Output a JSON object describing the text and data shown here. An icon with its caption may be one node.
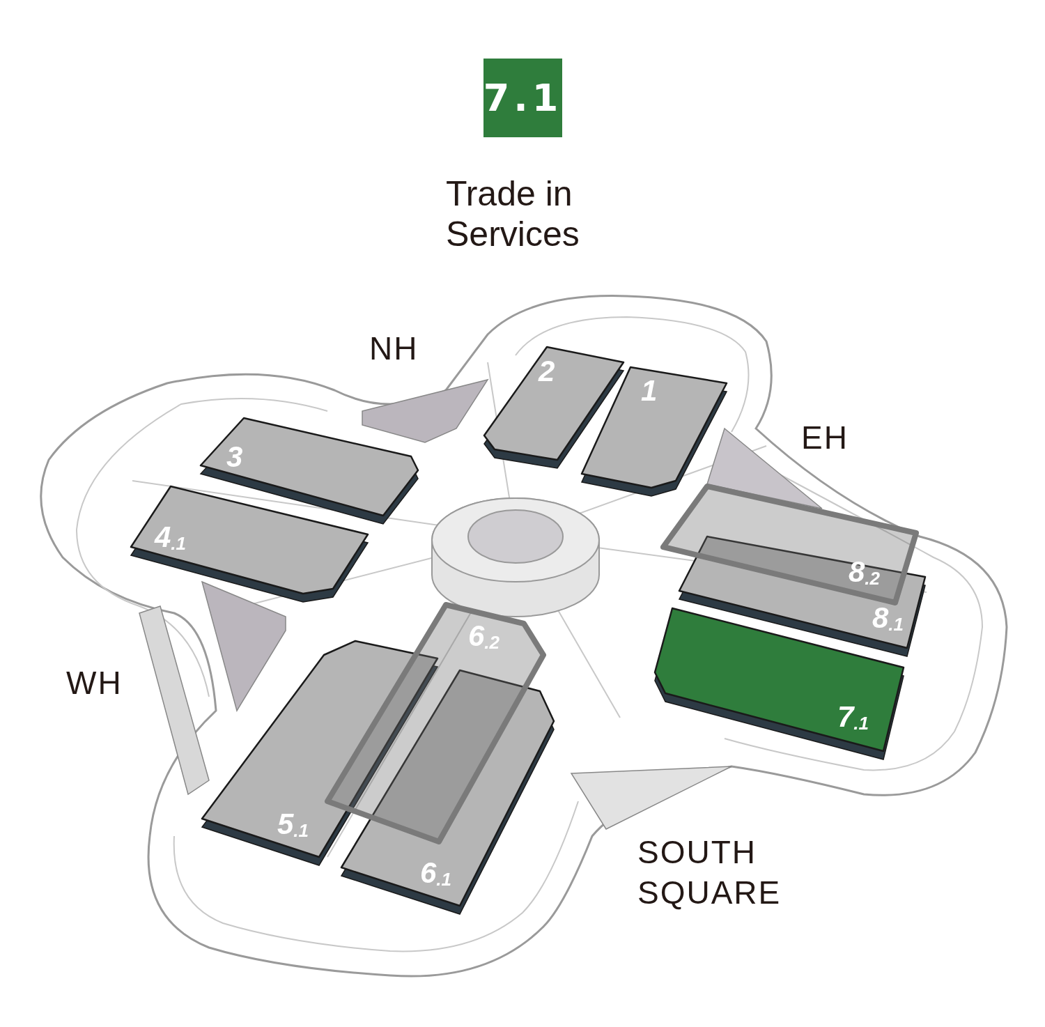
{
  "diagram": {
    "title": "Trade in Services",
    "nodes": [
      {
        "text": [
          "7.1"
        ]
      },
      {
        "text": [
          "2"
        ]
      },
      {
        "text": [
          "1"
        ]
      },
      {
        "text": [
          "3"
        ]
      },
      {
        "text": [
          "4$_{.1}$"
        ]
      },
      {
        "text": [
          "8$_{.2}$"
        ]
      },
      {
        "text": [
          "8$_{.1}$"
        ]
      },
      {
        "text": [
          "7$_{.1}$"
        ]
      },
      {
        "text": [
          "5$_{.1}$"
        ]
      },
      {
        "text": [
          "6$_{.2}$"
        ]
      },
      {
        "text": [
          "6$_{.1}$"
        ]
      }
    ],
    "labels": [
      "NH",
      "EH",
      "WH",
      "SOUTH SQUARE"
    ]
  }
}
